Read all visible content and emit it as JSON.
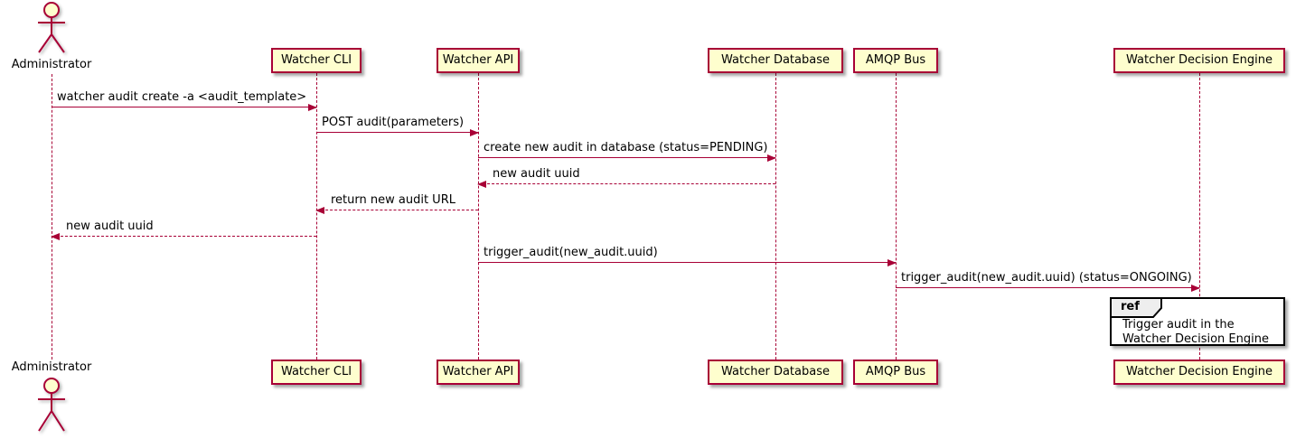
{
  "diagram_type": "sequence",
  "actor": {
    "name": "Administrator"
  },
  "participants": [
    {
      "name": "Watcher CLI"
    },
    {
      "name": "Watcher API"
    },
    {
      "name": "Watcher Database"
    },
    {
      "name": "AMQP Bus"
    },
    {
      "name": "Watcher Decision Engine"
    }
  ],
  "messages": [
    {
      "from": "Administrator",
      "to": "Watcher CLI",
      "label": "watcher audit create -a <audit_template>",
      "line": "solid"
    },
    {
      "from": "Watcher CLI",
      "to": "Watcher API",
      "label": "POST audit(parameters)",
      "line": "solid"
    },
    {
      "from": "Watcher API",
      "to": "Watcher Database",
      "label": "create new audit in database (status=PENDING)",
      "line": "solid"
    },
    {
      "from": "Watcher Database",
      "to": "Watcher API",
      "label": "new audit uuid",
      "line": "dashed"
    },
    {
      "from": "Watcher API",
      "to": "Watcher CLI",
      "label": "return new audit URL",
      "line": "dashed"
    },
    {
      "from": "Watcher CLI",
      "to": "Administrator",
      "label": "new audit uuid",
      "line": "dashed"
    },
    {
      "from": "Watcher API",
      "to": "AMQP Bus",
      "label": "trigger_audit(new_audit.uuid)",
      "line": "solid"
    },
    {
      "from": "AMQP Bus",
      "to": "Watcher Decision Engine",
      "label": "trigger_audit(new_audit.uuid) (status=ONGOING)",
      "line": "solid"
    }
  ],
  "ref": {
    "keyword": "ref",
    "over": "Watcher Decision Engine",
    "lines": [
      "Trigger audit in the",
      "Watcher Decision Engine"
    ]
  },
  "colors": {
    "stroke": "#A80036",
    "participant_fill": "#FEFECE",
    "ref_tab_fill": "#EEEEEE",
    "text": "#000000",
    "background": "#FFFFFF"
  }
}
